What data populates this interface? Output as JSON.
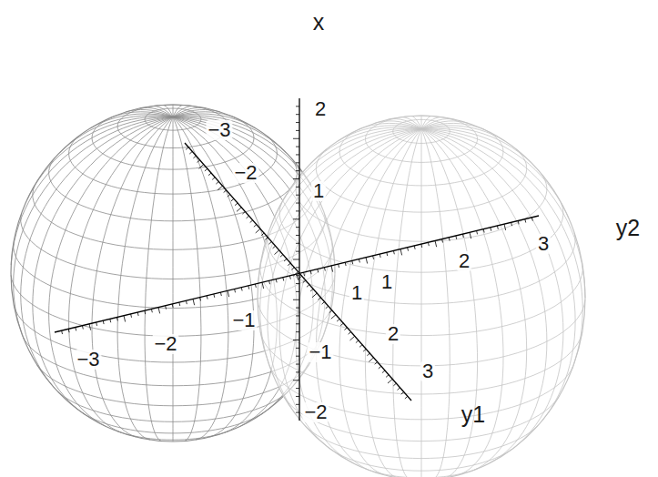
{
  "diagram": {
    "labels": [
      "x",
      "2",
      "1",
      "−1",
      "−2",
      "y1",
      "−3",
      "−2",
      "1",
      "2",
      "3",
      "y2",
      "−3",
      "−2",
      "−1",
      "1",
      "2",
      "3"
    ]
  }
}
